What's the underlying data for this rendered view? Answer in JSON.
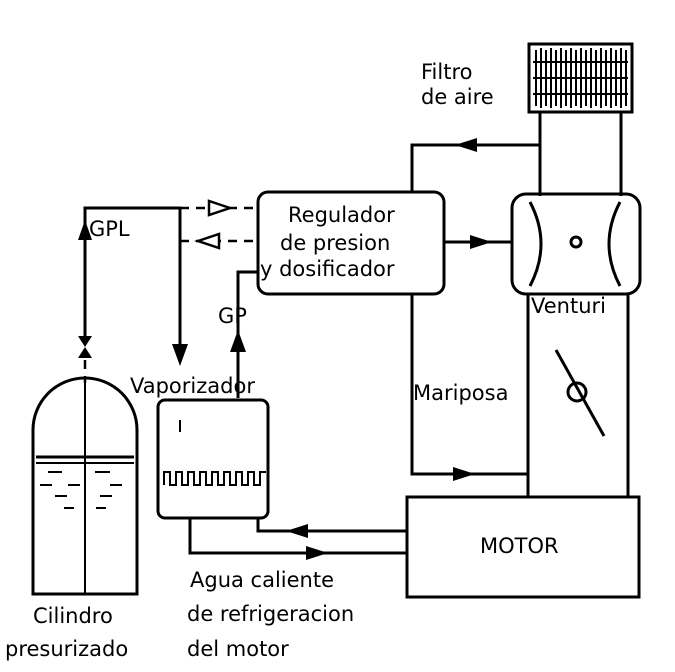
{
  "labels": {
    "filter_line1": "Filtro",
    "filter_line2": "de aire",
    "regulator_line1": "Regulador",
    "regulator_line2": "de presion",
    "regulator_line3": "y dosificador",
    "venturi": "Venturi",
    "gpl": "GPL",
    "gp": "GP",
    "vaporizer": "Vaporizador",
    "throttle": "Mariposa",
    "motor": "MOTOR",
    "cylinder_line1": "Cilindro",
    "cylinder_line2": "presurizado",
    "coolant_line1": "Agua caliente",
    "coolant_line2": "de refrigeracion",
    "coolant_line3": "del motor"
  }
}
